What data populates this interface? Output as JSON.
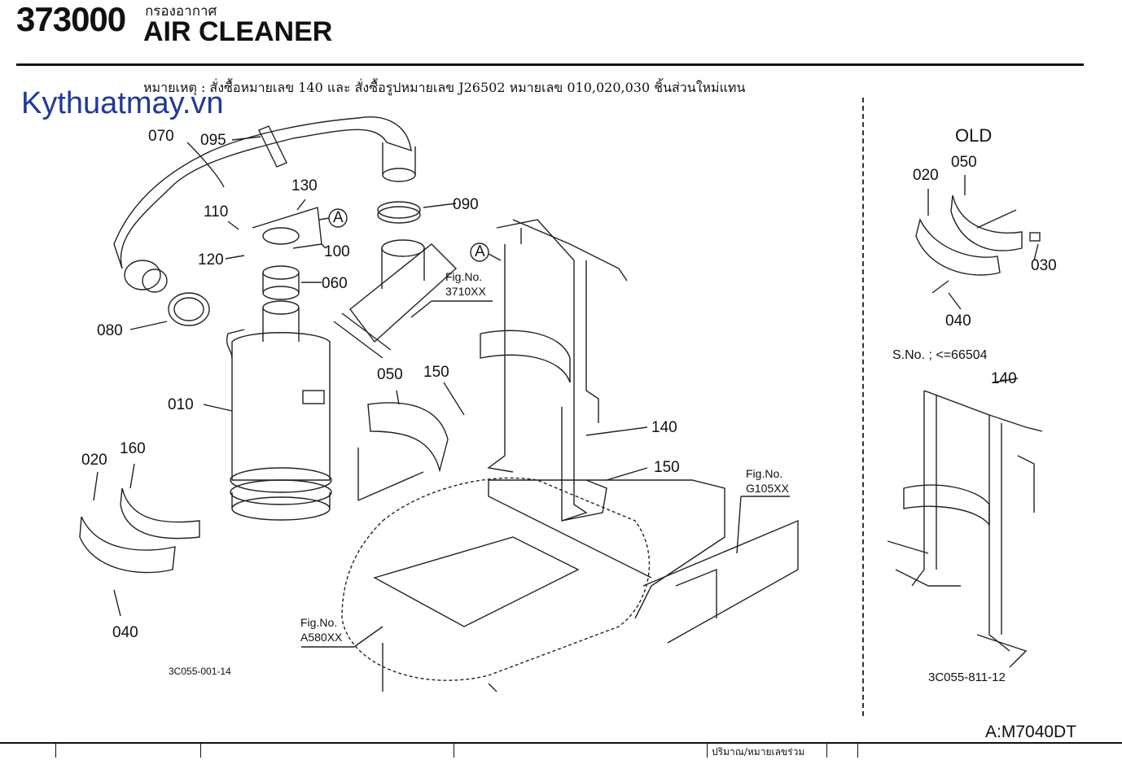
{
  "header": {
    "code": "373000",
    "thai_title": "กรองอากาศ",
    "title": "AIR CLEANER",
    "note": "หมายเหตุ : สั่งซื้อหมายเลข 140 และ สั่งซื้อรูปหมายเลข J26502 หมายเลข 010,020,030 ชิ้นส่วนใหม่แทน"
  },
  "watermark": "Kythuatmay.vn",
  "main_labels": {
    "p070": "070",
    "p095": "095",
    "p130": "130",
    "p110": "110",
    "p090": "090",
    "p100": "100",
    "p120": "120",
    "p060": "060",
    "p080": "080",
    "p010": "010",
    "p050": "050",
    "p150a": "150",
    "p140": "140",
    "p150b": "150",
    "p160": "160",
    "p020": "020",
    "p040": "040",
    "markA1": "A",
    "markA2": "A"
  },
  "fig_refs": {
    "r3710_a": "Fig.No.",
    "r3710_b": "3710XX",
    "rG105_a": "Fig.No.",
    "rG105_b": "G105XX",
    "rA580_a": "Fig.No.",
    "rA580_b": "A580XX"
  },
  "drawing_code_left": "3C055-001-14",
  "old_panel": {
    "title": "OLD",
    "p020": "020",
    "p050": "050",
    "p030": "030",
    "p040": "040",
    "serial": "S.No. ; <=66504",
    "p140": "140",
    "drawing_code": "3C055-811-12"
  },
  "model": "A:M7040DT",
  "table_header": {
    "qty": "ปริมาณ/หมายเลขร่วม"
  }
}
